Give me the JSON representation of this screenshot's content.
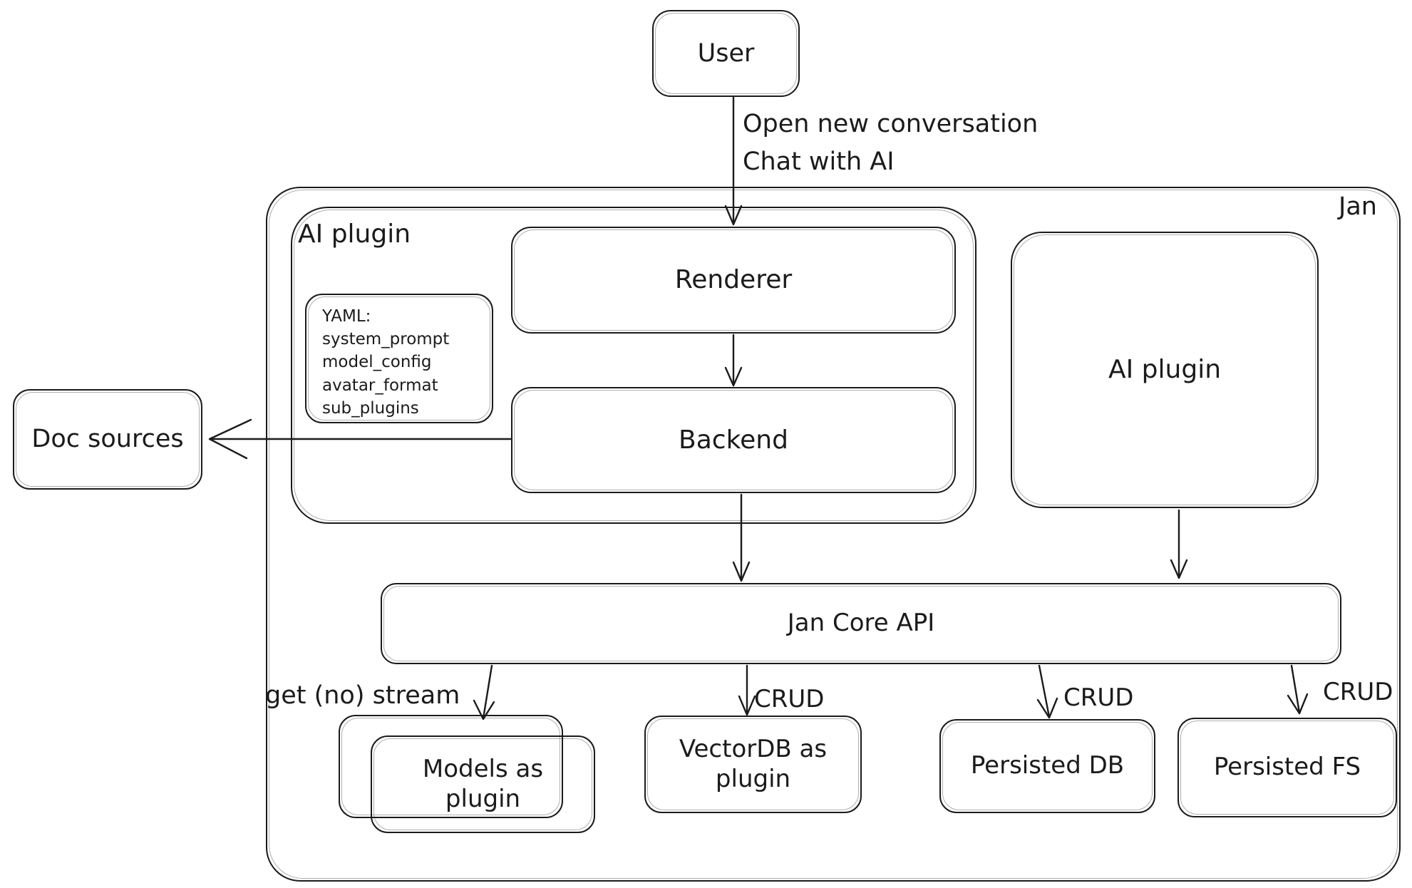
{
  "diagram": {
    "colors": {
      "stroke": "#1b1b1b",
      "background": "#ffffff"
    },
    "nodes": {
      "user": {
        "label": "User"
      },
      "jan_container": {
        "label": "Jan"
      },
      "ai_plugin_group": {
        "label": "AI plugin"
      },
      "renderer": {
        "label": "Renderer"
      },
      "backend": {
        "label": "Backend"
      },
      "yaml_note": {
        "lines": [
          "YAML:",
          "system_prompt",
          "model_config",
          "avatar_format",
          "sub_plugins"
        ]
      },
      "ai_plugin_right": {
        "label": "AI plugin"
      },
      "doc_sources": {
        "label": "Doc sources"
      },
      "jan_core_api": {
        "label": "Jan Core API"
      },
      "models_as_plugin": {
        "lines": [
          "Models as",
          "plugin"
        ]
      },
      "vectordb_as_plugin": {
        "lines": [
          "VectorDB as",
          "plugin"
        ]
      },
      "persisted_db": {
        "label": "Persisted DB"
      },
      "persisted_fs": {
        "label": "Persisted FS"
      }
    },
    "edge_labels": {
      "open_conversation": [
        "Open new conversation",
        "Chat with AI"
      ],
      "get_no_stream": "get (no) stream",
      "crud_vectordb": "CRUD",
      "crud_persisted_db": "CRUD",
      "crud_persisted_fs": "CRUD"
    }
  }
}
